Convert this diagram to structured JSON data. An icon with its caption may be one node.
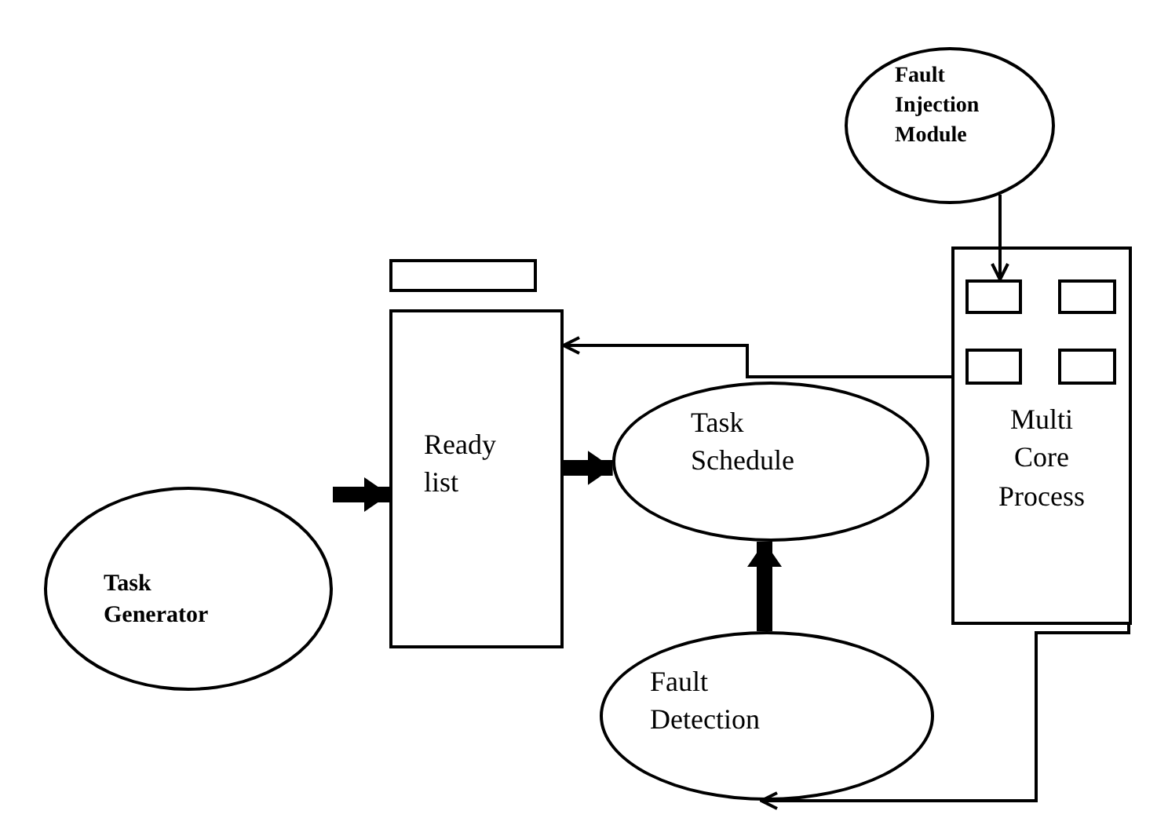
{
  "diagram": {
    "nodes": [
      {
        "text": [
          "Fault Injection Module"
        ]
      },
      {
        "text": [],
        "shape": "box"
      },
      {
        "text": [
          "Ready list"
        ]
      },
      {
        "text": [
          "Multi Core Process"
        ]
      },
      {
        "text": [],
        "shape": "box",
        "in": 3
      },
      {
        "text": [],
        "shape": "box",
        "in": 3
      },
      {
        "text": [],
        "shape": "box",
        "in": 3
      },
      {
        "text": [],
        "shape": "box",
        "in": 3
      },
      {
        "text": [
          "Task Generator"
        ]
      },
      {
        "text": [
          "Task Schedule"
        ]
      },
      {
        "text": [
          "Fault Detection"
        ]
      }
    ],
    "edges": [
      {
        "from": 0,
        "to": 4,
        "arrow": "to"
      },
      {
        "from": 3,
        "to": 2,
        "arrow": "to"
      },
      {
        "from": 8,
        "to": 2,
        "arrow": "to",
        "style": "thick"
      },
      {
        "from": 2,
        "to": 9,
        "arrow": "to",
        "style": "thick"
      },
      {
        "from": 10,
        "to": 9,
        "arrow": "to",
        "style": "thick"
      },
      {
        "from": 3,
        "to": 10,
        "arrow": "to"
      }
    ]
  }
}
